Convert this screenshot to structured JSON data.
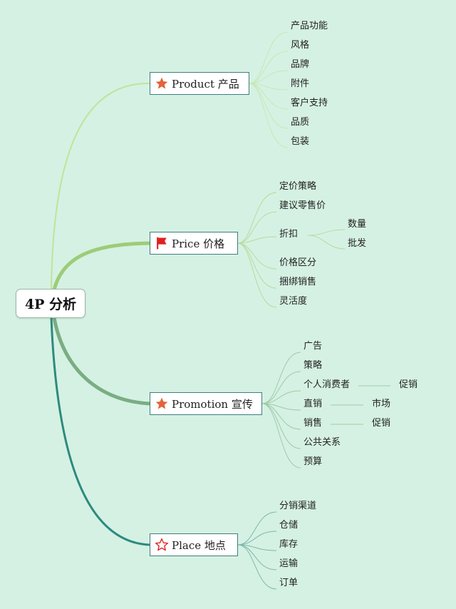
{
  "root": {
    "label": "4P 分析"
  },
  "branches": [
    {
      "label": "Product 产品",
      "icon": "star-icon",
      "items": [
        "产品功能",
        "风格",
        "品牌",
        "附件",
        "客户支持",
        "品质",
        "包装"
      ]
    },
    {
      "label": "Price 价格",
      "icon": "red-flag-icon",
      "items": [
        "定价策略",
        "建议零售价",
        "折扣",
        "价格区分",
        "捆绑销售",
        "灵活度"
      ],
      "sub": {
        "discount": [
          "数量",
          "批发"
        ]
      }
    },
    {
      "label": "Promotion 宣传",
      "icon": "star-icon",
      "items": [
        "广告",
        "策略",
        "个人消费者",
        "直销",
        "销售",
        "公共关系",
        "预算"
      ],
      "sub": {
        "consumer": "促销",
        "direct_sales": "市场",
        "sales": "促销"
      }
    },
    {
      "label": "Place 地点",
      "icon": "star-outline-icon",
      "items": [
        "分销渠道",
        "仓储",
        "库存",
        "运输",
        "订单"
      ]
    }
  ],
  "colors": {
    "background": "#d5f1e3",
    "product_branch": "#bfe49a",
    "price_branch": "#9dcc78",
    "promotion_branch": "#7aad83",
    "place_branch": "#2e8a80",
    "star": "#e2643c",
    "flag": "#e02020"
  }
}
